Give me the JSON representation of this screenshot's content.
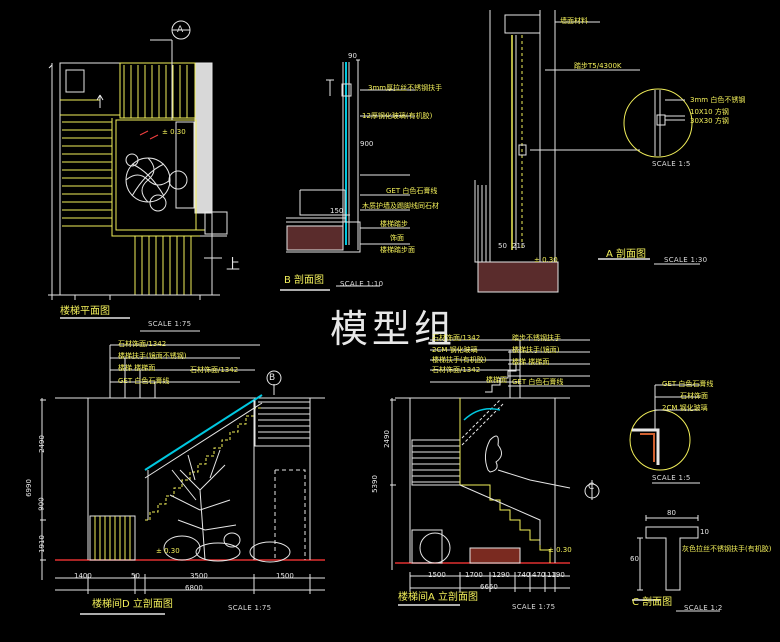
{
  "watermark": "模型组",
  "views": {
    "plan": {
      "title": "楼梯平面图",
      "scale": "SCALE 1:75",
      "marker": "A",
      "up": "上",
      "elev": "± 0.30"
    },
    "b_sect": {
      "title": "B 剖面图",
      "scale": "SCALE 1:10"
    },
    "a_sect": {
      "title": "A 剖面图",
      "scale": "SCALE 1:30"
    },
    "detail_a": {
      "scale": "SCALE 1:5"
    },
    "stair_d": {
      "title": "楼梯间D 立剖面图",
      "scale": "SCALE 1:75",
      "marker": "B"
    },
    "stair_a": {
      "title": "楼梯间A 立剖面图",
      "scale": "SCALE 1:75",
      "marker": "C"
    },
    "detail_c": {
      "scale": "SCALE 1:5"
    },
    "c_sect": {
      "title": "C 剖面图",
      "scale": "SCALE 1:2"
    }
  },
  "notes": {
    "b1": "3mm厚拉丝不锈钢扶手",
    "b2": "12厚钢化玻璃(有机胶)",
    "b3": "GET 白色石膏线",
    "b4": "木质护墙及踢脚线同石材",
    "b5": "楼梯踏步",
    "b6": "饰面",
    "b7": "楼梯踏步面",
    "a1": "墙面材料",
    "a2": "踏步T5/4300K",
    "a3": "3mm 白色不锈钢",
    "a4": "10X10 方钢",
    "a5": "30X30 方钢",
    "d1": "石材饰面/1342",
    "d2": "楼梯扶手(镜面不锈钢)",
    "d3": "楼梯 楼梯面",
    "d4": "石材饰面/1342",
    "d5": "GET 白色石膏线",
    "e1": "石材饰面/1342",
    "e2": "2CM 钢化玻璃",
    "e3": "楼梯扶手(有机胶)",
    "e4": "石材饰面/1342",
    "e5": "踏步不锈钢扶手",
    "e6": "楼梯扶手(镜面)",
    "e7": "楼梯 楼梯面",
    "e8": "GET 白色石膏线",
    "e9": "楼梯面",
    "c1": "GET 白色石膏线",
    "c2": "石材饰面",
    "c3": "2CM 钢化玻璃",
    "t1": "灰色拉丝不锈钢扶手(有机胶)"
  },
  "dims": {
    "d_bottom": [
      "1400",
      "50",
      "3500",
      "1500",
      "6800"
    ],
    "d_left": [
      "2490",
      "900",
      "1910",
      "6990"
    ],
    "a_bottom": [
      "1500",
      "1700",
      "1290",
      "740",
      "470",
      "1190",
      "6660"
    ],
    "a_left": [
      "2490",
      "5390"
    ],
    "b_v": [
      "90",
      "150",
      "900"
    ],
    "a_v": [
      "215",
      "50"
    ],
    "c_v": [
      "80",
      "60",
      "10"
    ],
    "elev": "± 0.30"
  }
}
